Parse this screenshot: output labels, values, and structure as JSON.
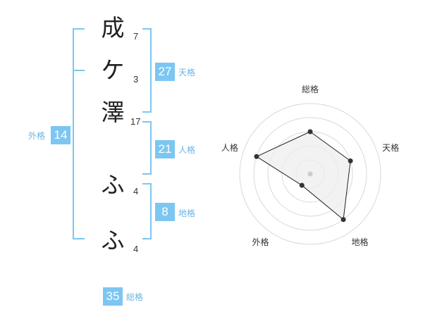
{
  "name_chars": [
    {
      "char": "成",
      "strokes": "7"
    },
    {
      "char": "ケ",
      "strokes": "3"
    },
    {
      "char": "澤",
      "strokes": "17"
    },
    {
      "char": "ふ",
      "strokes": "4"
    },
    {
      "char": "ふ",
      "strokes": "4"
    }
  ],
  "kaku": {
    "tenkaku": {
      "value": "27",
      "label": "天格"
    },
    "jinkaku": {
      "value": "21",
      "label": "人格"
    },
    "chikaku": {
      "value": "8",
      "label": "地格"
    },
    "gaikaku": {
      "value": "14",
      "label": "外格"
    },
    "soukaku": {
      "value": "35",
      "label": "総格"
    }
  },
  "colors": {
    "accent": "#7cc6f2",
    "radar_fill": "#eeeeee",
    "radar_line": "#222222"
  },
  "chart_data": {
    "type": "radar",
    "axes": [
      "総格",
      "天格",
      "地格",
      "外格",
      "人格"
    ],
    "max": 5,
    "values": [
      3,
      3,
      4,
      1,
      4
    ]
  }
}
